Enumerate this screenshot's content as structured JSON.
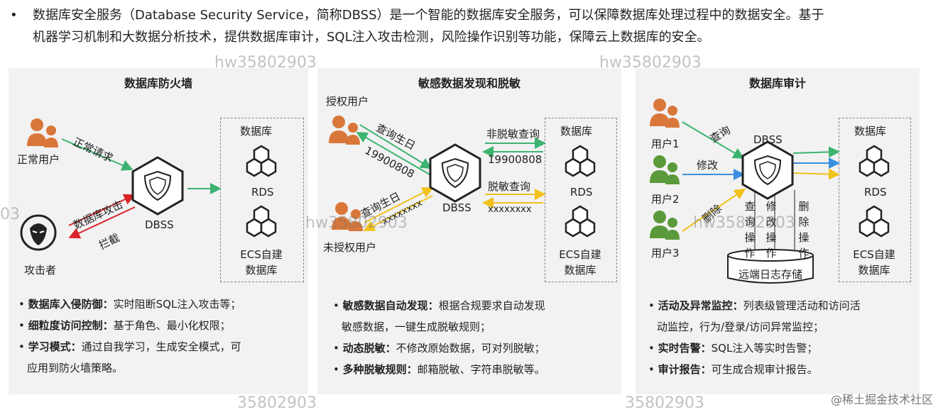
{
  "intro": {
    "bullet": "•",
    "line1": "数据库安全服务（Database Security Service，简称DBSS）是一个智能的数据库安全服务，可以保障数据库处理过程中的数据安全。基于",
    "line2": "机器学习机制和大数据分析技术，提供数据库审计，SQL注入攻击检测，风险操作识别等功能，保障云上数据库的安全。"
  },
  "watermark": "hw35802903",
  "watermark_partial": "35802903",
  "watermark_left_partial": "03",
  "footer": "@稀土掘金技术社区",
  "colors": {
    "green": "#3cb371",
    "red": "#d9242a",
    "yellow": "#f1c21b",
    "blue": "#3a8fe0",
    "orange": "#d9773a",
    "user_green": "#5a9a3a"
  },
  "panel1": {
    "title": "数据库防火墙",
    "normal_user": "正常用户",
    "normal_request": "正常请求",
    "attacker": "攻击者",
    "db_attack": "数据库攻击",
    "intercept": "拦截",
    "dbss": "DBSS",
    "db_label": "数据库",
    "rds": "RDS",
    "ecs1": "ECS自建",
    "ecs2": "数据库",
    "features": [
      {
        "bold": "数据库入侵防御：",
        "text": "实时阻断SQL注入攻击等；"
      },
      {
        "bold": "细粒度访问控制：",
        "text": "基于角色、最小化权限；"
      },
      {
        "bold": "学习模式：",
        "text": "通过自我学习，生成安全模式，可"
      },
      {
        "bold": "",
        "text": "应用到防火墙策略。"
      }
    ]
  },
  "panel2": {
    "title": "敏感数据发现和脱敏",
    "auth_user": "授权用户",
    "unauth_user": "未授权用户",
    "query_birthday1": "查询生日",
    "birthday_value": "19900808",
    "query_birthday2": "查询生日",
    "masked_value": "xxxxxxxx",
    "nonmask_query": "非脱敏查询",
    "nonmask_result": "19900808",
    "mask_query": "脱敏查询",
    "mask_result": "xxxxxxxx",
    "dbss": "DBSS",
    "db_label": "数据库",
    "rds": "RDS",
    "ecs1": "ECS自建",
    "ecs2": "数据库",
    "features": [
      {
        "bold": "敏感数据自动发现：",
        "text": "根据合规要求自动发现"
      },
      {
        "bold": "",
        "text": "敏感数据，一键生成脱敏规则；"
      },
      {
        "bold": "动态脱敏：",
        "text": "不修改原始数据，可对列脱敏；"
      },
      {
        "bold": "多种脱敏规则：",
        "text": "邮箱脱敏、字符串脱敏等。"
      }
    ]
  },
  "panel3": {
    "title": "数据库审计",
    "user1": "用户1",
    "user2": "用户2",
    "user3": "用户3",
    "query": "查询",
    "modify": "修改",
    "delete": "删除",
    "dbss": "DBSS",
    "op1": "查询操作",
    "op2": "修改操作",
    "op3": "删除操作",
    "log_storage": "远端日志存储",
    "db_label": "数据库",
    "rds": "RDS",
    "ecs1": "ECS自建",
    "ecs2": "数据库",
    "features": [
      {
        "bold": "活动及异常监控：",
        "text": "列表级管理活动和访问活"
      },
      {
        "bold": "",
        "text": "动监控，行为/登录/访问异常监控；"
      },
      {
        "bold": "实时告警：",
        "text": "SQL注入等实时告警；"
      },
      {
        "bold": "审计报告：",
        "text": "可生成合规审计报告。"
      }
    ]
  }
}
